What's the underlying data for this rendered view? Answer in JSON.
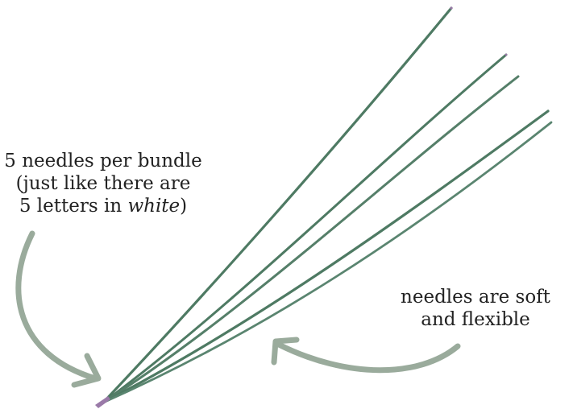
{
  "annotations": {
    "left": {
      "line1": "5 needles per bundle",
      "line2": "(just like there are",
      "line3_prefix": "5 letters in ",
      "line3_italic": "white",
      "line3_suffix": ")"
    },
    "right": {
      "line1": "needles are soft",
      "line2": "and flexible"
    }
  },
  "colors": {
    "needle": "#4e7a63",
    "needle_highlight": "#6f9c83",
    "sheath": "#9a7aa8",
    "arrow": "#9aab9c",
    "text": "#222222",
    "background": "#ffffff"
  },
  "icons": {
    "left_arrow": "curved-arrow-icon",
    "right_arrow": "curved-arrow-icon"
  }
}
